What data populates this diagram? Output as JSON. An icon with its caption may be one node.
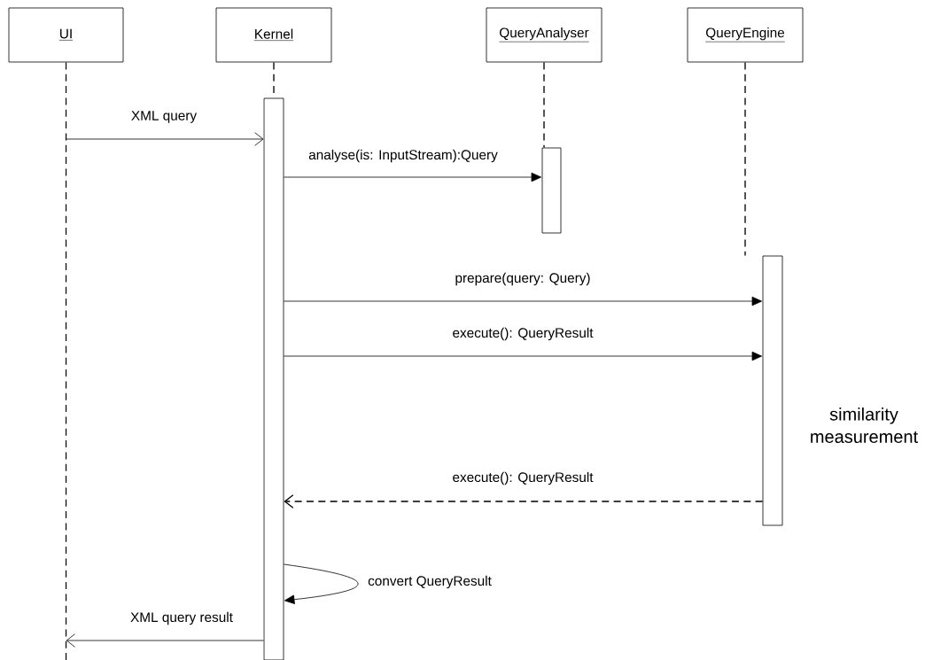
{
  "diagram": {
    "nodes": [
      {
        "text": [
          "UI"
        ]
      },
      {
        "text": [
          "Kernel"
        ]
      },
      {
        "text": [
          "QueryAnalyser"
        ]
      },
      {
        "text": [
          "QueryEngine"
        ]
      },
      {
        "text": [],
        "shape": "bar"
      },
      {
        "text": [],
        "shape": "bar"
      },
      {
        "text": [],
        "shape": "bar",
        "beside": [
          "similarity measurement"
        ]
      }
    ],
    "edges": [
      {
        "from": 0,
        "to": null,
        "arrow": "none",
        "style": "dashed"
      },
      {
        "from": 1,
        "to": 4,
        "arrow": "none",
        "style": "dashed"
      },
      {
        "from": 2,
        "to": 5,
        "arrow": "none",
        "style": "dashed"
      },
      {
        "from": 3,
        "to": 6,
        "arrow": "none",
        "style": "dashed"
      },
      {
        "from": null,
        "to": 4,
        "arrow": "to",
        "label": "XML query"
      },
      {
        "from": 4,
        "to": 5,
        "arrow": "to",
        "label": "analyse(is: InputStream):Query"
      },
      {
        "from": 4,
        "to": 6,
        "arrow": "to",
        "label": "prepare(query: Query)"
      },
      {
        "from": 4,
        "to": 6,
        "arrow": "to",
        "label": "execute(): QueryResult"
      },
      {
        "from": 6,
        "to": 4,
        "arrow": "to",
        "label": "execute(): QueryResult",
        "style": "dashed"
      },
      {
        "from": 4,
        "to": 4,
        "arrow": "to",
        "label": "convert QueryResult"
      },
      {
        "from": 4,
        "to": null,
        "arrow": "to",
        "label": "XML query result"
      }
    ]
  }
}
